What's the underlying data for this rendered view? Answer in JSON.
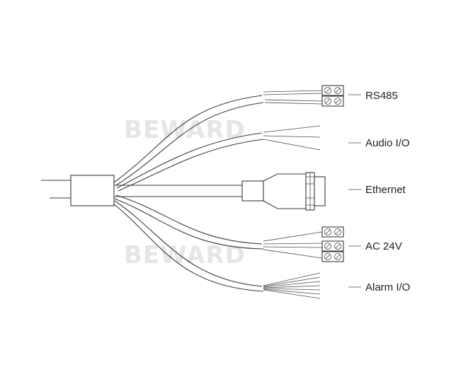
{
  "watermark": "BEWARD",
  "labels": {
    "rs485": "RS485",
    "audio": "Audio I/O",
    "ethernet": "Ethernet",
    "ac24v": "AC 24V",
    "alarm": "Alarm I/O"
  },
  "colors": {
    "line": "#3a3a3a",
    "text": "#222222",
    "watermark": "#e6e6e6"
  }
}
